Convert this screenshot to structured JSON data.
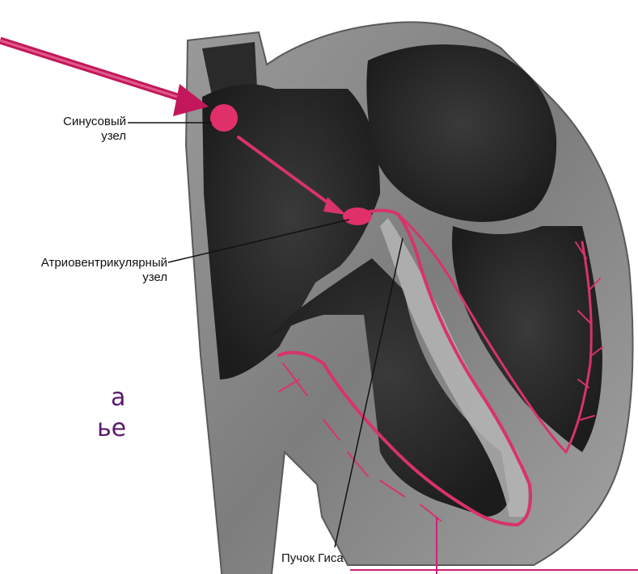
{
  "labels": {
    "sinus_node_line1": "Синусовый",
    "sinus_node_line2": "узел",
    "av_node_line1": "Атриовентрикулярный",
    "av_node_line2": "узел",
    "his_bundle": "Пучок Гиса"
  },
  "slide_fragments": {
    "line1": "а",
    "line2": "ье"
  },
  "colors": {
    "conduction": "#d8336b",
    "arrow": "#c2185b",
    "slide_text": "#5b1a6b",
    "heart_wall": "#8a8a8a",
    "heart_cavity": "#2b2b2b"
  }
}
